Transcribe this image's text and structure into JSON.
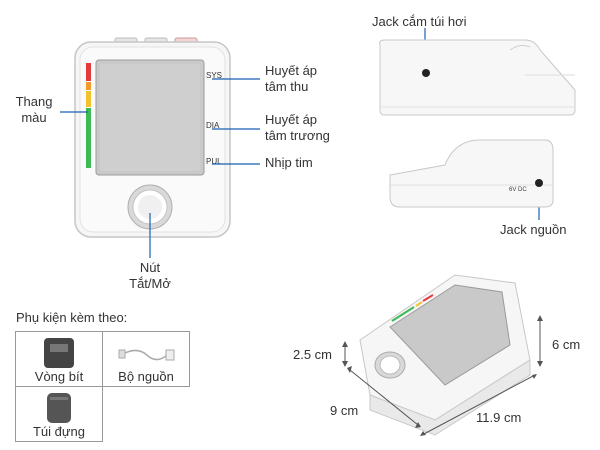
{
  "front": {
    "label_scale": "Thang\nmàu",
    "label_sys": "Huyết áp\ntâm thu",
    "label_dia": "Huyết áp\ntâm trương",
    "label_pul": "Nhịp tim",
    "label_button": "Nút\nTắt/Mở",
    "mark_sys": "SYS",
    "mark_dia": "DIA",
    "mark_pul": "PUL"
  },
  "side": {
    "label_cuff_jack": "Jack cắm túi hơi",
    "label_power_jack": "Jack nguồn",
    "mark_dc": "6V DC"
  },
  "accessories": {
    "title": "Phụ kiện kèm theo:",
    "items": [
      {
        "label": "Vòng bít",
        "icon": "cuff-icon"
      },
      {
        "label": "Bộ nguồn",
        "icon": "power-adapter-icon"
      },
      {
        "label": "Túi đựng",
        "icon": "pouch-icon"
      }
    ]
  },
  "dimensions": {
    "thickness_front": "2.5 cm",
    "depth": "9 cm",
    "width": "11.9 cm",
    "height_back": "6 cm"
  },
  "colors": {
    "scale_red": "#e23b3b",
    "scale_yellow": "#f2c12e",
    "scale_green": "#3cba54",
    "leader_line": "#1a5fb4",
    "device_body": "#f4f4f4",
    "screen": "#c9c9c9"
  }
}
